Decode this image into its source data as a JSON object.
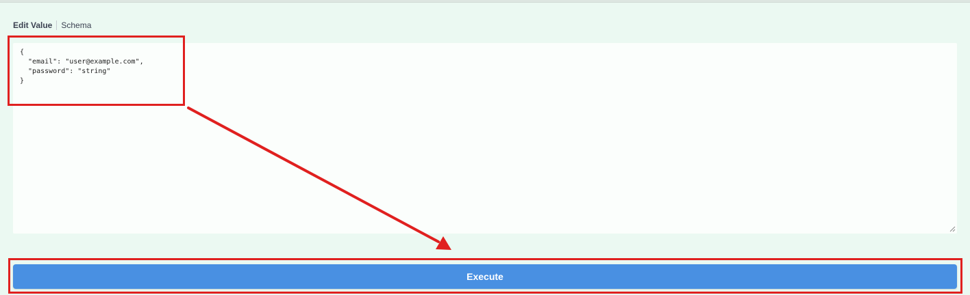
{
  "tabs": {
    "edit_value": "Edit Value",
    "schema": "Schema"
  },
  "editor": {
    "value": "{\n  \"email\": \"user@example.com\",\n  \"password\": \"string\"\n}"
  },
  "execute": {
    "label": "Execute"
  },
  "colors": {
    "background": "#ebf9f2",
    "button": "#4990e2",
    "annotation": "#e0201f"
  }
}
